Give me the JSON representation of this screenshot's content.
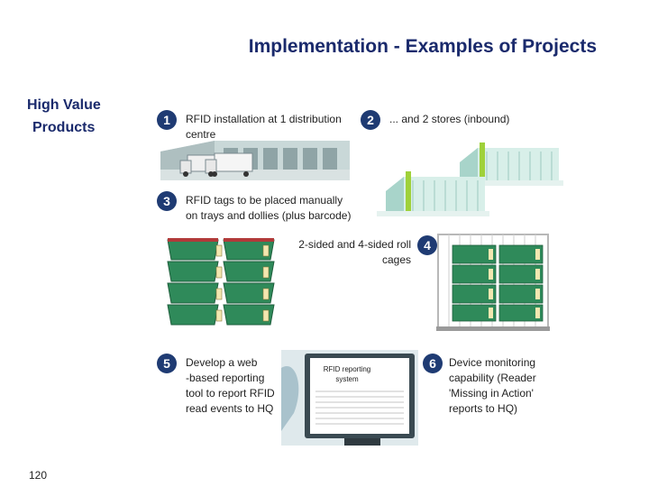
{
  "slide": {
    "title": "Implementation - Examples of Projects",
    "sidebar": {
      "line1": "High Value",
      "line2": "Products"
    },
    "page_number": "120"
  },
  "steps": [
    {
      "num": "1",
      "text_l1": "RFID installation at 1 distribution",
      "text_l2": "centre"
    },
    {
      "num": "2",
      "text_l1": "... and 2 stores (inbound)"
    },
    {
      "num": "3",
      "text_l1": "RFID tags to be placed manually",
      "text_l2": "on trays and dollies (plus barcode)"
    },
    {
      "num": "4",
      "text_l1": "2-sided and 4-sided roll",
      "text_l2": "cages"
    },
    {
      "num": "5",
      "text_l1": "Develop a web",
      "text_l2": "-based reporting",
      "text_l3": "tool to report RFID",
      "text_l4": "read events to HQ"
    },
    {
      "num": "6",
      "text_l1": "Device monitoring",
      "text_l2": "capability (Reader",
      "text_l3": "'Missing in Action'",
      "text_l4": "reports to HQ)"
    }
  ],
  "screen": {
    "line1": "RFID reporting",
    "line2": "system"
  },
  "colors": {
    "badge": "#1f3b73",
    "title": "#1a2a6c",
    "crate": "#2f8a5a",
    "building": "#bfe3dc"
  }
}
